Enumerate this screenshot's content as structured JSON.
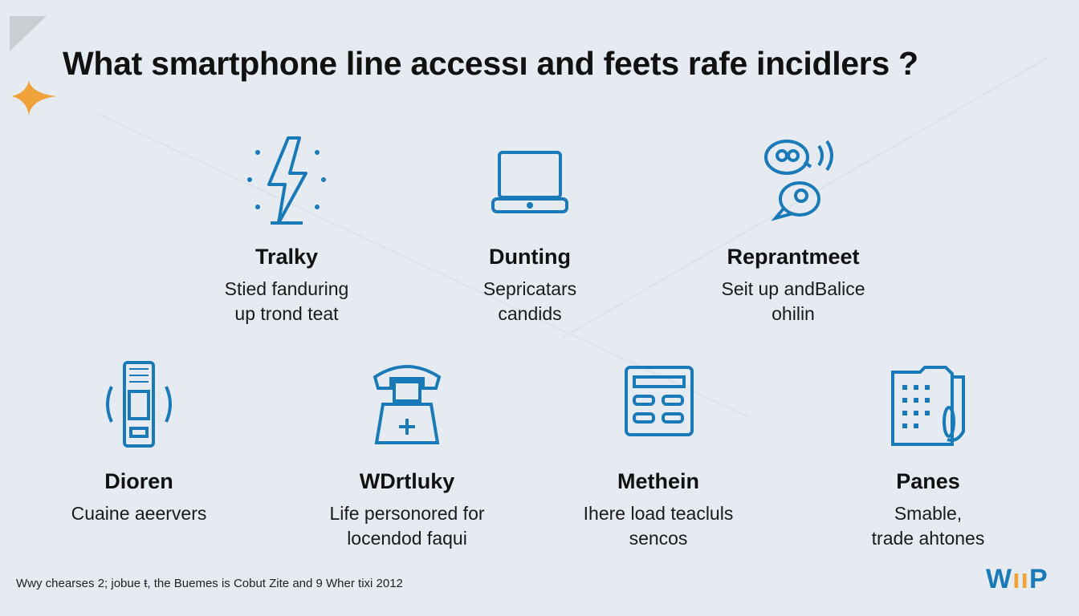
{
  "title": "What smartphone line accessı and feets rafe incidlers ?",
  "items": [
    {
      "icon": "lightning-icon",
      "title": "Tralky",
      "lines": [
        "Stied fanduring",
        "up trond teat"
      ]
    },
    {
      "icon": "laptop-icon",
      "title": "Dunting",
      "lines": [
        "Sepricatars",
        "candids"
      ]
    },
    {
      "icon": "chat-bubbles-icon",
      "title": "Reprantmeet",
      "lines": [
        "Seit up andBalice",
        "ohilin"
      ]
    },
    {
      "icon": "phone-device-icon",
      "title": "Dioren",
      "lines": [
        "Cuaine aeervers"
      ]
    },
    {
      "icon": "telephone-icon",
      "title": "WDrtluky",
      "lines": [
        "Life personored for",
        "locendod faqui"
      ]
    },
    {
      "icon": "calculator-icon",
      "title": "Methein",
      "lines": [
        "Ihere load teacluls",
        "sencos"
      ]
    },
    {
      "icon": "folder-grid-icon",
      "title": "Panes",
      "lines": [
        "Smable,",
        "trade ahtones"
      ]
    }
  ],
  "footer": "Wwy chearses 2; jobue ŧ, the Buemes is Cobut Zite and 9 Wher tixi 2012",
  "logo": {
    "pre": "W",
    "mid": "ıı",
    "post": "P"
  },
  "colors": {
    "accent": "#1a7ab8",
    "orange": "#f0a33a",
    "background": "#e5ebf0"
  }
}
